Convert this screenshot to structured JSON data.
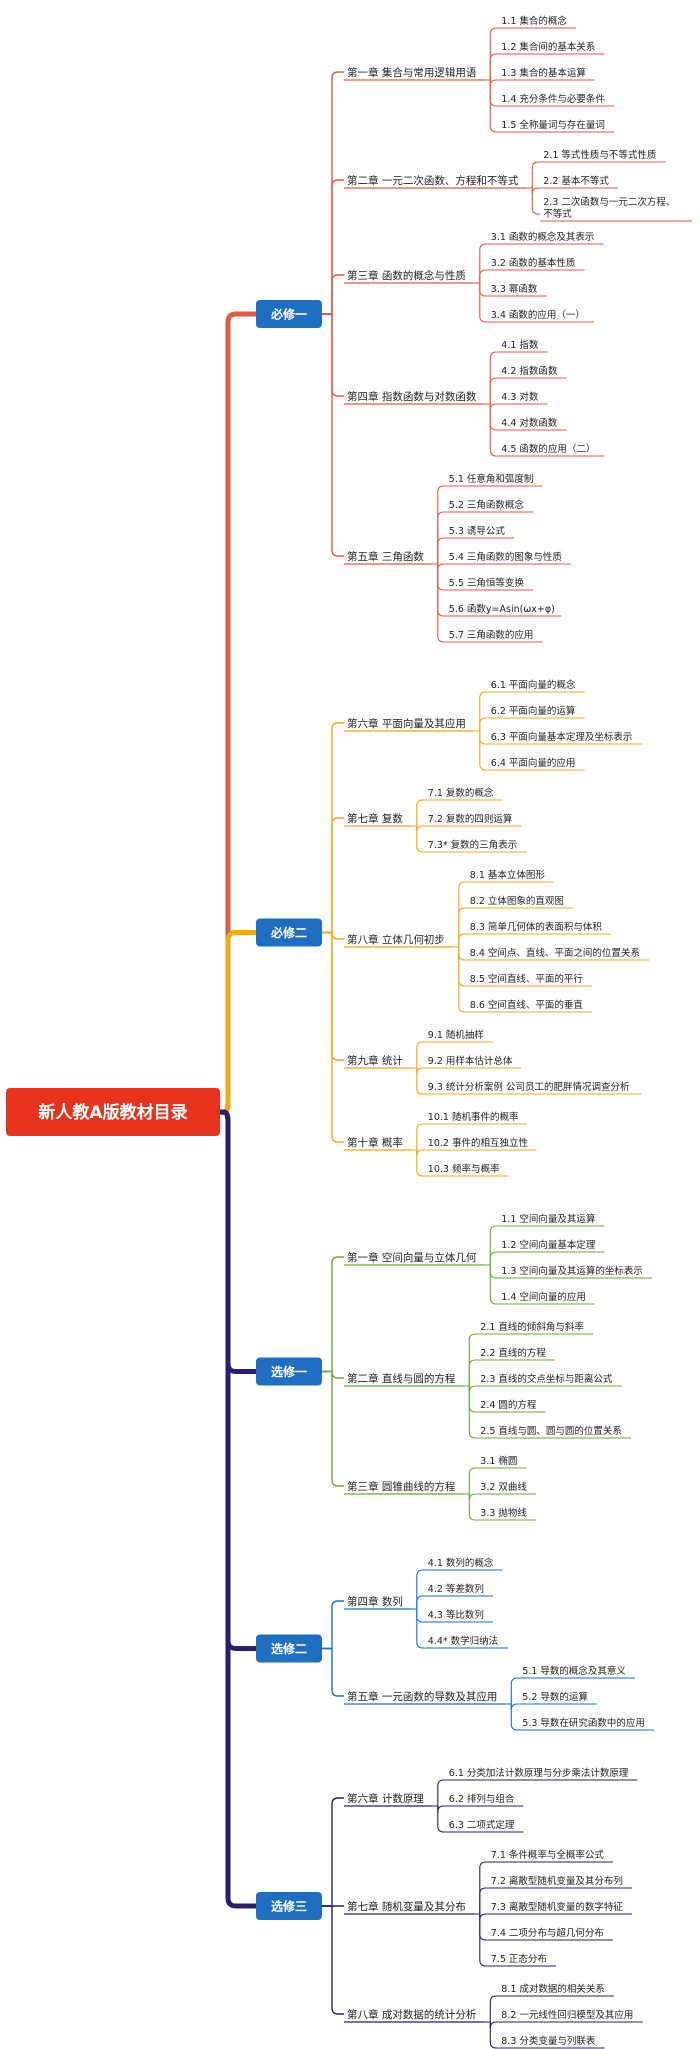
{
  "title": "新人教A版教材目录",
  "colors": {
    "root": "#e8331c",
    "book_box": "#1e6fc2",
    "trunk_1": "#e05a44",
    "trunk_2": "#f0a818",
    "trunk_3": "#2a1e6e"
  },
  "books": [
    {
      "name": "必修一",
      "chapters": [
        {
          "label": "第一章  集合与常用逻辑用语",
          "sections": [
            "1.1  集合的概念",
            "1.2  集合间的基本关系",
            "1.3  集合的基本运算",
            "1.4  充分条件与必要条件",
            "1.5  全称量词与存在量词"
          ]
        },
        {
          "label": "第二章  一元二次函数、方程和不等式",
          "sections": [
            "2.1  等式性质与不等式性质",
            "2.2  基本不等式",
            "2.3  二次函数与一元二次方程、不等式"
          ]
        },
        {
          "label": "第三章  函数的概念与性质",
          "sections": [
            "3.1  函数的概念及其表示",
            "3.2  函数的基本性质",
            "3.3  幂函数",
            "3.4  函数的应用（一）"
          ]
        },
        {
          "label": "第四章  指数函数与对数函数",
          "sections": [
            "4.1  指数",
            "4.2  指数函数",
            "4.3  对数",
            "4.4  对数函数",
            "4.5  函数的应用（二）"
          ]
        },
        {
          "label": "第五章  三角函数",
          "sections": [
            "5.1  任意角和弧度制",
            "5.2  三角函数概念",
            "5.3  诱导公式",
            "5.4  三角函数的图象与性质",
            "5.5  三角恒等变换",
            "5.6  函数y=Asin(ωx+φ)",
            "5.7  三角函数的应用"
          ]
        }
      ]
    },
    {
      "name": "必修二",
      "chapters": [
        {
          "label": "第六章  平面向量及其应用",
          "sections": [
            "6.1  平面向量的概念",
            "6.2  平面向量的运算",
            "6.3  平面向量基本定理及坐标表示",
            "6.4  平面向量的应用"
          ]
        },
        {
          "label": "第七章  复数",
          "sections": [
            "7.1  复数的概念",
            "7.2  复数的四则运算",
            "7.3*  复数的三角表示"
          ]
        },
        {
          "label": "第八章  立体几何初步",
          "sections": [
            "8.1  基本立体图形",
            "8.2  立体图象的直观图",
            "8.3  简单几何体的表面积与体积",
            "8.4  空间点、直线、平面之间的位置关系",
            "8.5  空间直线、平面的平行",
            "8.6  空间直线、平面的垂直"
          ]
        },
        {
          "label": "第九章  统计",
          "sections": [
            "9.1  随机抽样",
            "9.2  用样本估计总体",
            "9.3  统计分析案例  公司员工的肥胖情况调查分析"
          ]
        },
        {
          "label": "第十章  概率",
          "sections": [
            "10.1  随机事件的概率",
            "10.2  事件的相互独立性",
            "10.3  频率与概率"
          ]
        }
      ]
    },
    {
      "name": "选修一",
      "chapters": [
        {
          "label": "第一章  空间向量与立体几何",
          "sections": [
            "1.1  空间向量及其运算",
            "1.2  空间向量基本定理",
            "1.3  空间向量及其运算的坐标表示",
            "1.4  空间向量的应用"
          ]
        },
        {
          "label": "第二章  直线与圆的方程",
          "sections": [
            "2.1  直线的倾斜角与斜率",
            "2.2  直线的方程",
            "2.3  直线的交点坐标与距离公式",
            "2.4  圆的方程",
            "2.5  直线与圆、圆与圆的位置关系"
          ]
        },
        {
          "label": "第三章  圆锥曲线的方程",
          "sections": [
            "3.1  椭圆",
            "3.2  双曲线",
            "3.3  抛物线"
          ]
        }
      ]
    },
    {
      "name": "选修二",
      "chapters": [
        {
          "label": "第四章  数列",
          "sections": [
            "4.1  数列的概念",
            "4.2  等差数列",
            "4.3  等比数列",
            "4.4*  数学归纳法"
          ]
        },
        {
          "label": "第五章  一元函数的导数及其应用",
          "sections": [
            "5.1  导数的概念及其意义",
            "5.2  导数的运算",
            "5.3  导数在研究函数中的应用"
          ]
        }
      ]
    },
    {
      "name": "选修三",
      "chapters": [
        {
          "label": "第六章  计数原理",
          "sections": [
            "6.1  分类加法计数原理与分步乘法计数原理",
            "6.2  排列与组合",
            "6.3  二项式定理"
          ]
        },
        {
          "label": "第七章  随机变量及其分布",
          "sections": [
            "7.1  条件概率与全概率公式",
            "7.2  离散型随机变量及其分布列",
            "7.3  离散型随机变量的数字特征",
            "7.4  二项分布与超几何分布",
            "7.5  正态分布"
          ]
        },
        {
          "label": "第八章  成对数据的统计分析",
          "sections": [
            "8.1  成对数据的相关关系",
            "8.2  一元线性回归模型及其应用",
            "8.3  分类变量与列联表"
          ]
        }
      ]
    }
  ]
}
